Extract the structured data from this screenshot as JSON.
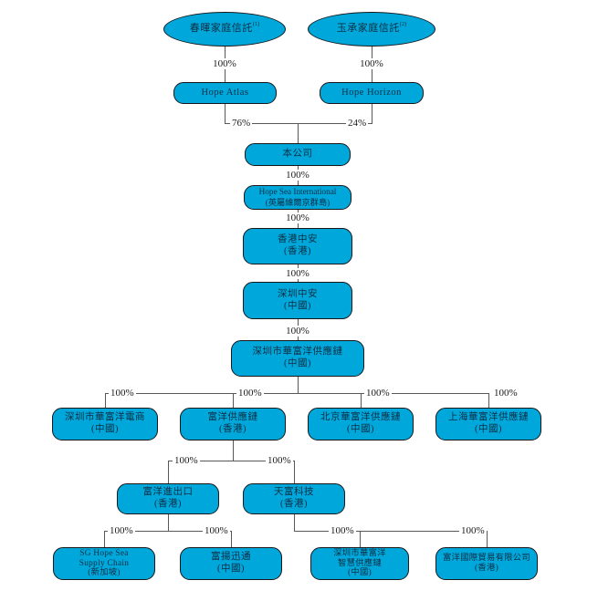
{
  "figure": {
    "description": "Corporate shareholding structure chart",
    "colors": {
      "node_fill": "#00a7da",
      "node_border": "#17171a",
      "node_text": "#0e2e44",
      "connector": "#58585a",
      "label_text": "#1a1a1a",
      "background": "#ffffff"
    }
  },
  "nodes": [
    {
      "id": "trust-chunhui",
      "shape": "ellipse",
      "lines": [
        "春暉家庭信託"
      ],
      "note": "(1)"
    },
    {
      "id": "trust-yucheng",
      "shape": "ellipse",
      "lines": [
        "玉承家庭信託"
      ],
      "note": "(2)"
    },
    {
      "id": "hope-atlas",
      "shape": "box",
      "lines": [
        "Hope Atlas"
      ]
    },
    {
      "id": "hope-horizon",
      "shape": "box",
      "lines": [
        "Hope Horizon"
      ]
    },
    {
      "id": "the-company",
      "shape": "box",
      "lines": [
        "本公司"
      ]
    },
    {
      "id": "hope-sea-international",
      "shape": "box",
      "lines": [
        "Hope Sea International",
        "(英屬維爾京群島)"
      ]
    },
    {
      "id": "hongkong-zhongan",
      "shape": "box",
      "lines": [
        "香港中安",
        "(香港)"
      ]
    },
    {
      "id": "shenzhen-zhongan",
      "shape": "box",
      "lines": [
        "深圳中安",
        "(中國)"
      ]
    },
    {
      "id": "shenzhen-huafuyang-supply-chain",
      "shape": "box",
      "lines": [
        "深圳市華富洋供應鏈",
        "(中國)"
      ]
    },
    {
      "id": "shenzhen-huafuyang-ecommerce",
      "shape": "box",
      "lines": [
        "深圳市華富洋電商",
        "(中國)"
      ]
    },
    {
      "id": "fuyang-supply-chain",
      "shape": "box",
      "lines": [
        "富洋供應鏈",
        "(香港)"
      ]
    },
    {
      "id": "beijing-huafuyang-supply-chain",
      "shape": "box",
      "lines": [
        "北京華富洋供應鏈",
        "(中國)"
      ]
    },
    {
      "id": "shanghai-huafuyang-supply-chain",
      "shape": "box",
      "lines": [
        "上海華富洋供應鏈",
        "(中國)"
      ]
    },
    {
      "id": "fuyang-import-export",
      "shape": "box",
      "lines": [
        "富洋進出口",
        "(香港)"
      ]
    },
    {
      "id": "tianfu-technology",
      "shape": "box",
      "lines": [
        "天富科技",
        "(香港)"
      ]
    },
    {
      "id": "sg-hope-sea-supply-chain",
      "shape": "box",
      "lines": [
        "SG Hope Sea",
        "Supply Chain",
        "(新加坡)"
      ]
    },
    {
      "id": "fuyang-xuntong",
      "shape": "box",
      "lines": [
        "富揚迅通",
        "(中國)"
      ]
    },
    {
      "id": "shenzhen-huafuyang-smart-supply-chain",
      "shape": "box",
      "lines": [
        "深圳市華富洋",
        "智慧供應鏈",
        "(中國)"
      ]
    },
    {
      "id": "fuyang-international-trading",
      "shape": "box",
      "lines": [
        "富洋國際貿易有限公司",
        "(香港)"
      ]
    }
  ],
  "edge_labels": [
    "100%",
    "100%",
    "76%",
    "24%",
    "100%",
    "100%",
    "100%",
    "100%",
    "100%",
    "100%",
    "100%",
    "100%",
    "100%",
    "100%",
    "100%",
    "100%",
    "100%",
    "100%"
  ]
}
